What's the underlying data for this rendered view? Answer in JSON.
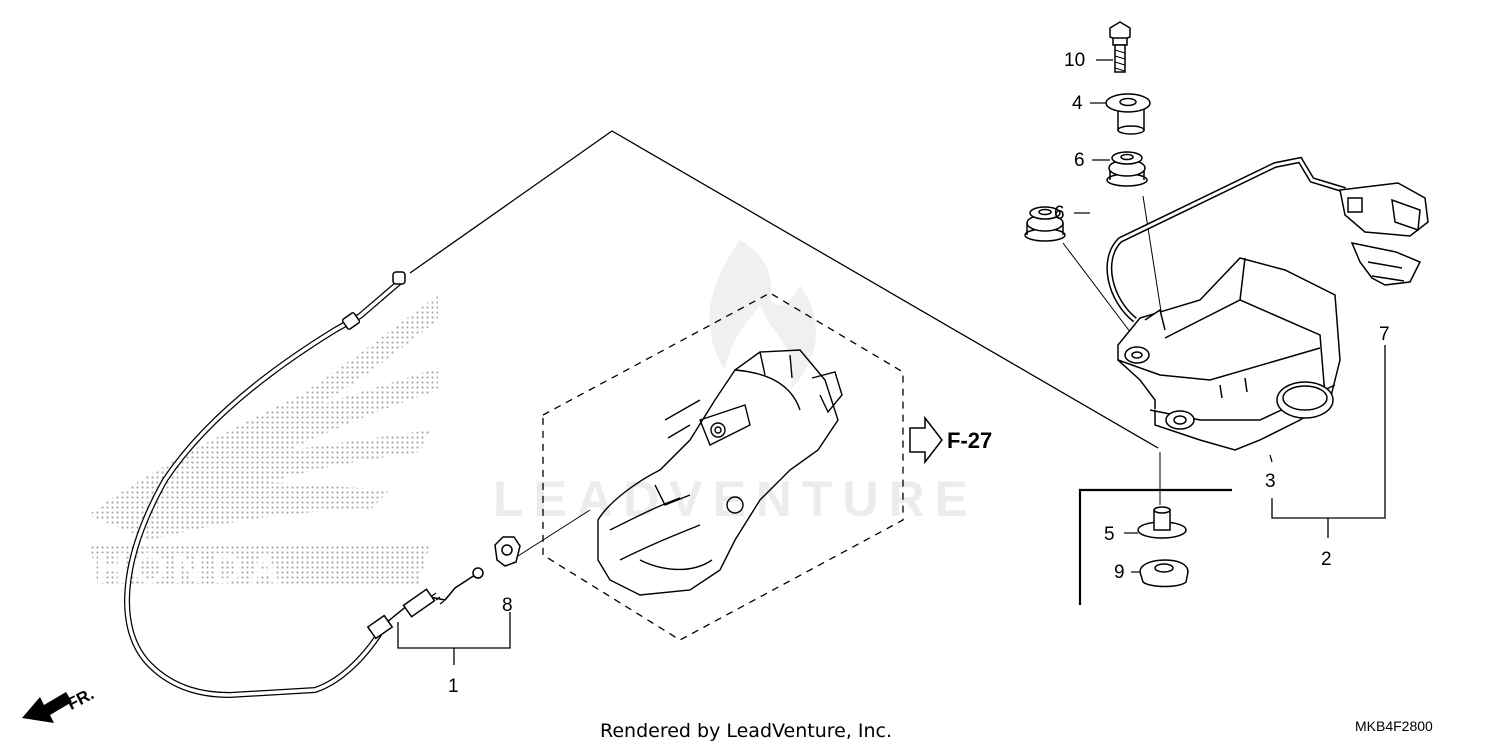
{
  "callouts": {
    "p1": "1",
    "p2": "2",
    "p3": "3",
    "p4": "4",
    "p5": "5",
    "p6a": "6",
    "p6b": "6",
    "p7": "7",
    "p8": "8",
    "p9": "9",
    "p10": "10"
  },
  "reference": {
    "label": "F-27",
    "icon": "hollow-right-arrow-icon"
  },
  "direction": {
    "label": "FR.",
    "icon": "front-direction-arrow-icon"
  },
  "footer": {
    "credit": "Rendered by LeadVenture, Inc.",
    "diagram_code": "MKB4F2800"
  },
  "watermark": {
    "text": "LEADVENTURE",
    "brand_text": "HONDA"
  },
  "colors": {
    "line": "#000000",
    "background": "#ffffff",
    "logo_dots": "#9a9a9a"
  }
}
